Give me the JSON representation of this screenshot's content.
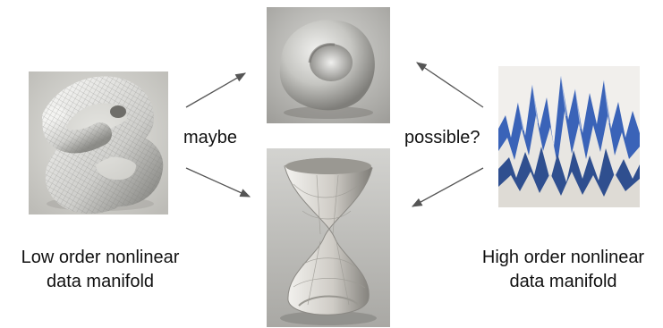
{
  "left_caption": {
    "line1": "Low order nonlinear",
    "line2": "data manifold"
  },
  "right_caption": {
    "line1": "High order nonlinear",
    "line2": "data manifold"
  },
  "arrow_labels": {
    "left": "maybe",
    "right": "possible?"
  },
  "images": {
    "left": "mesh-knot-sculpture",
    "top_center": "torus-sculpture",
    "bottom_center": "twisted-figure-eight-sculpture",
    "right": "blue-white-peaks-landscape"
  },
  "colors": {
    "arrow": "#555555",
    "peak_blue": "#3a63b8",
    "stone_gray": "#b7b7b5"
  }
}
